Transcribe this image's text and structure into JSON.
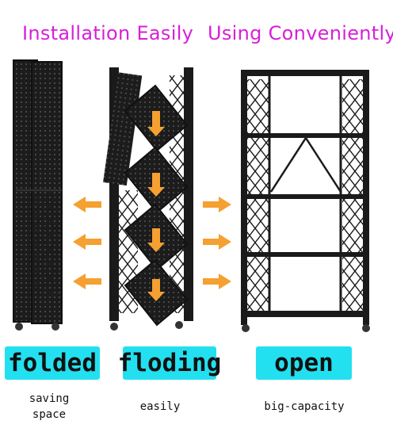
{
  "headlines": {
    "left": "Installation Easily",
    "right": "Using Conveniently"
  },
  "labels": {
    "folded": "folded",
    "floding": "floding",
    "open": "open"
  },
  "captions": {
    "folded_line1": "saving",
    "folded_line2": "space",
    "floding": "easily",
    "open": "big-capacity"
  },
  "colors": {
    "headline": "#d81fd8",
    "label_box": "#22e0f0",
    "arrow": "#f5a030",
    "rack": "#1a1a1a"
  }
}
